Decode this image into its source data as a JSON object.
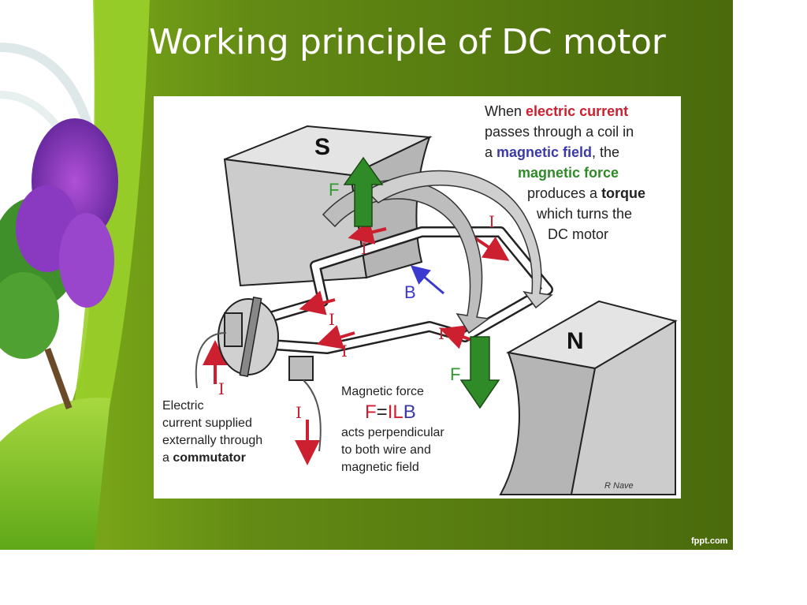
{
  "slide": {
    "title": "Working principle of DC motor",
    "footer": "fppt.com"
  },
  "diagram": {
    "poles": {
      "south": "S",
      "north": "N"
    },
    "labels": {
      "force": "F",
      "current": "I",
      "field": "B"
    },
    "description": {
      "line1": [
        "When ",
        "electric current",
        ""
      ],
      "line2": "passes through a  coil in",
      "line3": [
        "a ",
        "magnetic field",
        ", the"
      ],
      "line4": "magnetic force",
      "line5": [
        "produces a ",
        "torque"
      ],
      "line6": "which turns the",
      "line7": "DC motor"
    },
    "force_note": {
      "heading": "Magnetic force",
      "formula": [
        "F",
        "=",
        "IL",
        "B"
      ],
      "line1": "acts perpendicular",
      "line2": "to both wire and",
      "line3": "magnetic field"
    },
    "supply_note": {
      "line1": "Electric",
      "line2": "current supplied",
      "line3": "externally through",
      "line4": [
        "a ",
        "commutator"
      ]
    },
    "credit": "R Nave"
  },
  "colors": {
    "background_dark": "#4f6a0c",
    "background_light": "#8fbf1a",
    "current_red": "#cc2030",
    "field_blue": "#3b3aa8",
    "force_green": "#2f8a28",
    "pole_gray": "#c9c9c9"
  }
}
